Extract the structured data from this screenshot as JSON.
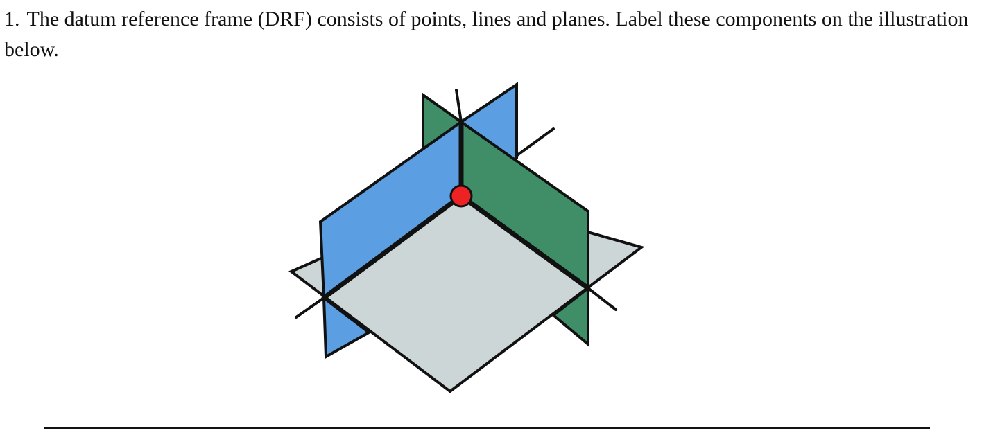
{
  "question": {
    "number": "1.",
    "text": "The datum reference frame (DRF) consists of points, lines and planes.  Label these components on the illustration below."
  },
  "illustration": {
    "components": [
      {
        "name": "datum-plane-horizontal",
        "color": "#cdd6d6"
      },
      {
        "name": "datum-plane-left",
        "color": "#5b9ee2"
      },
      {
        "name": "datum-plane-right",
        "color": "#3f8e67"
      },
      {
        "name": "datum-axis-x"
      },
      {
        "name": "datum-axis-y"
      },
      {
        "name": "datum-axis-z"
      },
      {
        "name": "datum-origin-point",
        "color": "#ee2222"
      }
    ]
  },
  "answer_line": {
    "text": ""
  }
}
